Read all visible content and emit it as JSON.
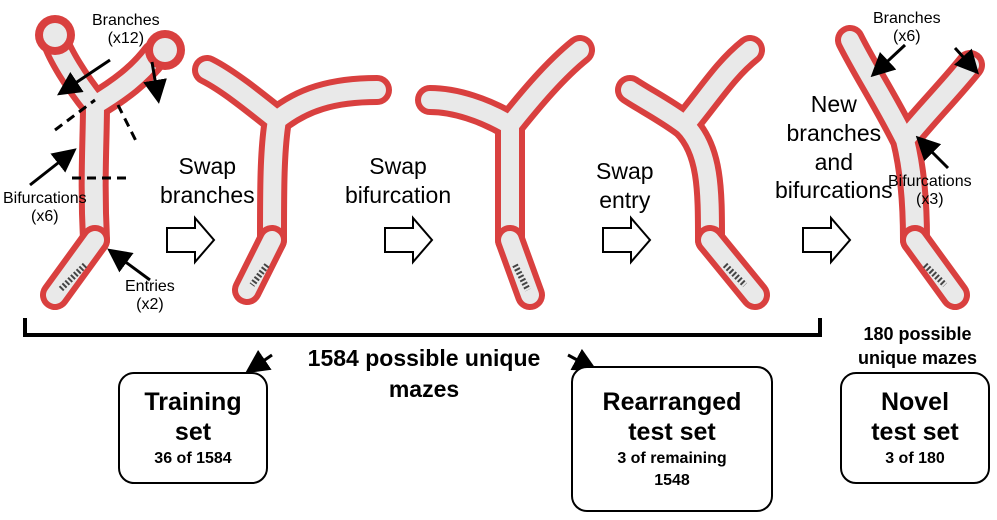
{
  "annotations": {
    "branches": "Branches",
    "branches_count": "(x12)",
    "bifurcations": "Bifurcations",
    "bifurcations_count": "(x6)",
    "entries": "Entries",
    "entries_count": "(x2)",
    "novel_branches": "Branches",
    "novel_branches_count": "(x6)",
    "novel_bifurcations": "Bifurcations",
    "novel_bifurcations_count": "(x3)"
  },
  "steps": [
    {
      "line1": "Swap",
      "line2": "branches"
    },
    {
      "line1": "Swap",
      "line2": "bifurcation"
    },
    {
      "line1": "Swap",
      "line2": "entry"
    },
    {
      "line1": "New",
      "line2": "branches",
      "line3": "and",
      "line4": "bifurcations"
    }
  ],
  "totals": {
    "possible_line1": "1584 possible unique",
    "possible_line2": "mazes",
    "novel_possible_line1": "180 possible",
    "novel_possible_line2": "unique mazes"
  },
  "boxes": {
    "training": {
      "title1": "Training",
      "title2": "set",
      "sub1": "36 of 1584"
    },
    "rearranged": {
      "title1": "Rearranged",
      "title2": "test set",
      "sub1": "3 of remaining",
      "sub2": "1548"
    },
    "novel": {
      "title1": "Novel",
      "title2": "test set",
      "sub1": "3 of 180"
    }
  },
  "colors": {
    "maze_rim": "#d9403f",
    "maze_floor": "#e9e9e9",
    "ink": "#000000"
  }
}
